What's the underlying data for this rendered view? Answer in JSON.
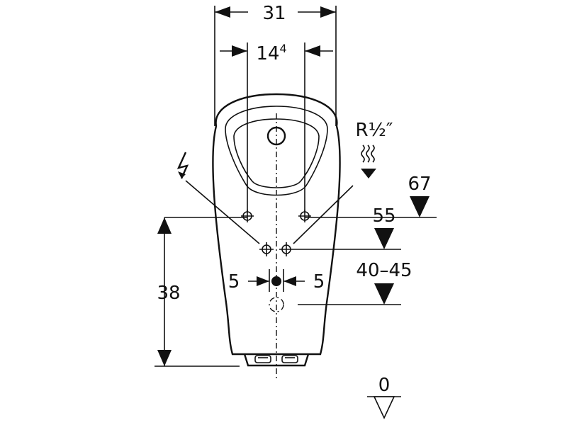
{
  "dimensions": {
    "overall_width": "31",
    "inner_width_main": "14",
    "inner_width_sup": "4",
    "thread": "R½″",
    "height_supply_top": "67",
    "height_supply": "55",
    "height_drain": "40–45",
    "height_floor": "0",
    "height_side": "38",
    "offset_left": "5",
    "offset_right": "5"
  },
  "icons": {
    "electrical": "lightning-icon",
    "water": "water-supply-icon"
  },
  "colors": {
    "ink": "#111111",
    "background": "#ffffff"
  }
}
